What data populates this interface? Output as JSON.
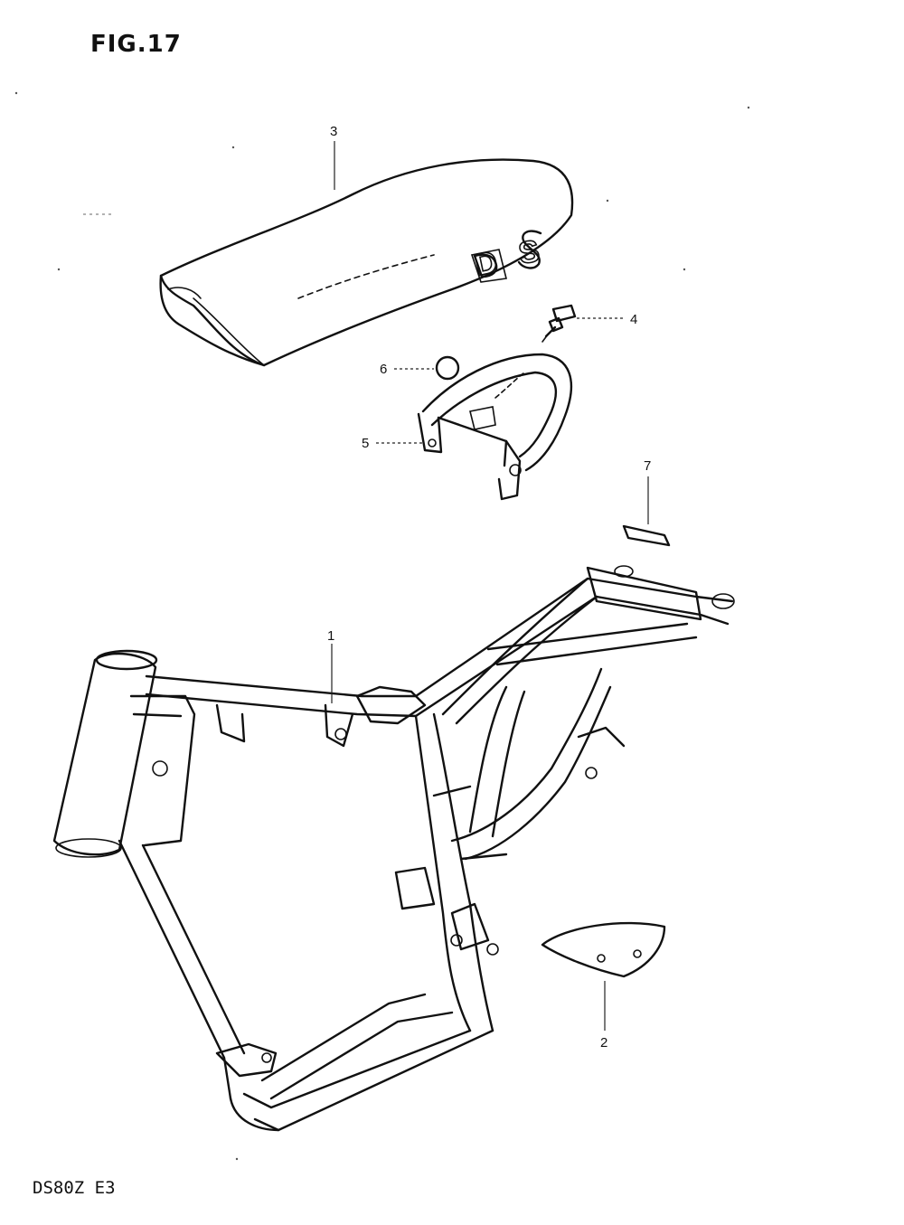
{
  "figure": {
    "title": "FIG.17",
    "model_code": "DS80Z E3"
  },
  "seat_emblem": "DS",
  "callouts": [
    {
      "id": "1",
      "label": "1"
    },
    {
      "id": "2",
      "label": "2"
    },
    {
      "id": "3",
      "label": "3"
    },
    {
      "id": "4",
      "label": "4"
    },
    {
      "id": "5",
      "label": "5"
    },
    {
      "id": "6",
      "label": "6"
    },
    {
      "id": "7",
      "label": "7"
    }
  ]
}
